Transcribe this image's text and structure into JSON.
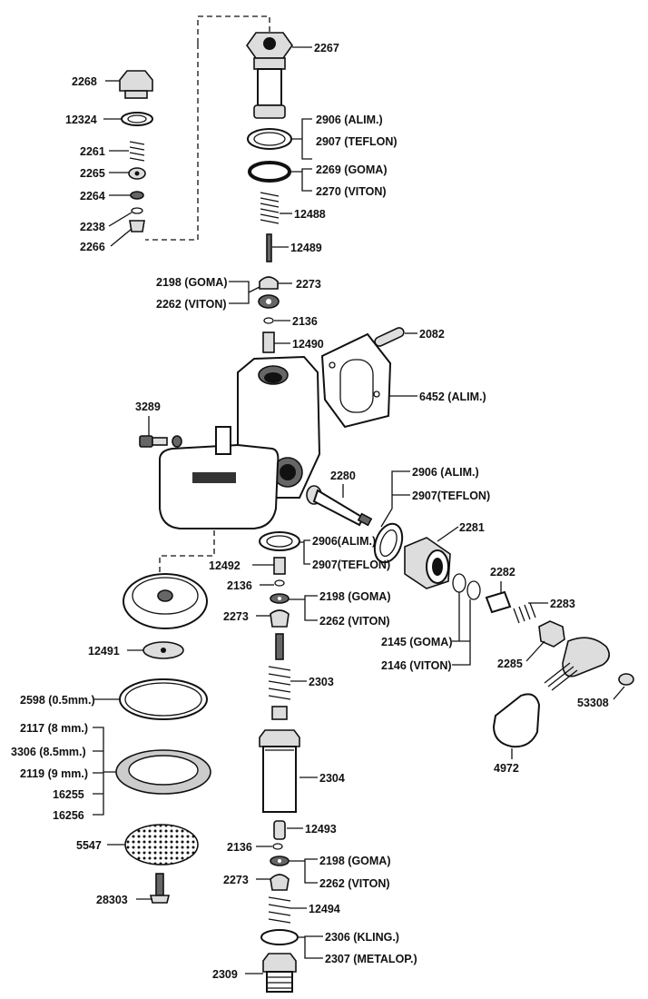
{
  "labels": {
    "l2267": "2267",
    "l2268": "2268",
    "l12324": "12324",
    "l2906a": "2906 (ALIM.)",
    "l2907a": "2907 (TEFLON)",
    "l2261": "2261",
    "l2265": "2265",
    "l2269": "2269 (GOMA)",
    "l2264": "2264",
    "l2270": "2270 (VITON)",
    "l2238": "2238",
    "l12488": "12488",
    "l2266": "2266",
    "l12489": "12489",
    "l2198a": "2198 (GOMA)",
    "l2273a": "2273",
    "l2262a": "2262 (VITON)",
    "l2136a": "2136",
    "l2082": "2082",
    "l12490": "12490",
    "l6452": "6452 (ALIM.)",
    "l3289": "3289",
    "l2906b": "2906 (ALIM.)",
    "l2280": "2280",
    "l2907b": "2907(TEFLON)",
    "l2281": "2281",
    "l2906c": "2906(ALIM.)",
    "l12492": "12492",
    "l2907c": "2907(TEFLON)",
    "l2282": "2282",
    "l2136b": "2136",
    "l2198b": "2198 (GOMA)",
    "l2283": "2283",
    "l2273b": "2273",
    "l2262b": "2262 (VITON)",
    "l2145": "2145 (GOMA)",
    "l12491": "12491",
    "l2285": "2285",
    "l2146": "2146 (VITON)",
    "l2303": "2303",
    "l2598": "2598 (0.5mm.)",
    "l53308": "53308",
    "l2117": "2117 (8 mm.)",
    "l3306": "3306 (8.5mm.)",
    "l4972": "4972",
    "l2119": "2119 (9 mm.)",
    "l2304": "2304",
    "l16255": "16255",
    "l16256": "16256",
    "l12493": "12493",
    "l5547": "5547",
    "l2136c": "2136",
    "l2198c": "2198 (GOMA)",
    "l2273c": "2273",
    "l2262c": "2262 (VITON)",
    "l28303": "28303",
    "l12494": "12494",
    "l2306": "2306 (KLING.)",
    "l2307": "2307 (METALOP.)",
    "l2309": "2309"
  }
}
